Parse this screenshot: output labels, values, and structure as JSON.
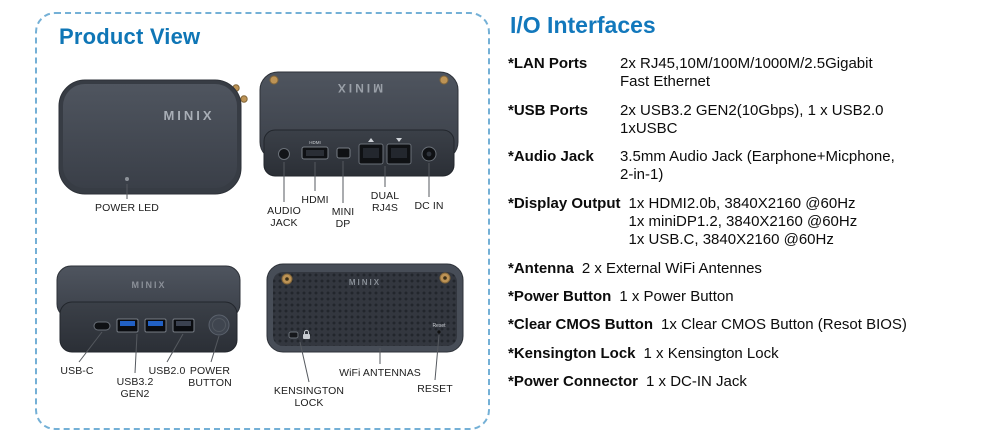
{
  "product_view": {
    "title": "Product View",
    "brand": "MINIX",
    "labels": {
      "power_led": "POWER LED",
      "audio_jack": "AUDIO\nJACK",
      "hdmi": "HDMI",
      "mini_dp": "MINI\nDP",
      "dual_rj45": "DUAL\nRJ4S",
      "dc_in": "DC IN",
      "usb_c": "USB-C",
      "usb32_gen2": "USB3.2\nGEN2",
      "usb20": "USB2.0",
      "power_button": "POWER\nBUTTON",
      "kensington_lock": "KENSINGTON\nLOCK",
      "wifi_antennas": "WiFi ANTENNAS",
      "reset": "RESET"
    },
    "device_prints": {
      "reset_small": "Reset",
      "hdmi_small": "HDMI"
    }
  },
  "io_interfaces": {
    "title": "I/O Interfaces",
    "rows": [
      {
        "label": "*LAN Ports",
        "value": "2x RJ45,10M/100M/1000M/2.5Gigabit\nFast Ethernet"
      },
      {
        "label": "*USB Ports",
        "value": "2x USB3.2 GEN2(10Gbps), 1 x USB2.0\n1xUSBC"
      },
      {
        "label": "*Audio Jack",
        "value": "3.5mm Audio Jack (Earphone+Micphone,\n2-in-1)"
      },
      {
        "label": "*Display Output",
        "value": "1x HDMI2.0b, 3840X2160 @60Hz\n1x miniDP1.2, 3840X2160 @60Hz\n1x USB.C, 3840X2160 @60Hz"
      },
      {
        "label": "*Antenna",
        "value": "2 x External WiFi Antennes"
      },
      {
        "label": "*Power Button",
        "value": "1 x Power Button"
      },
      {
        "label": "*Clear CMOS Button",
        "value": "1x Clear CMOS Button (Resot BIOS)"
      },
      {
        "label": "*Kensington Lock",
        "value": "1 x Kensington Lock"
      },
      {
        "label": "*Power Connector",
        "value": "1 x DC-IN Jack"
      }
    ]
  },
  "colors": {
    "heading_blue": "#1278bc",
    "border_blue": "#74b0d6",
    "device_body": "#3f454f",
    "usb_blue": "#2160c4"
  }
}
